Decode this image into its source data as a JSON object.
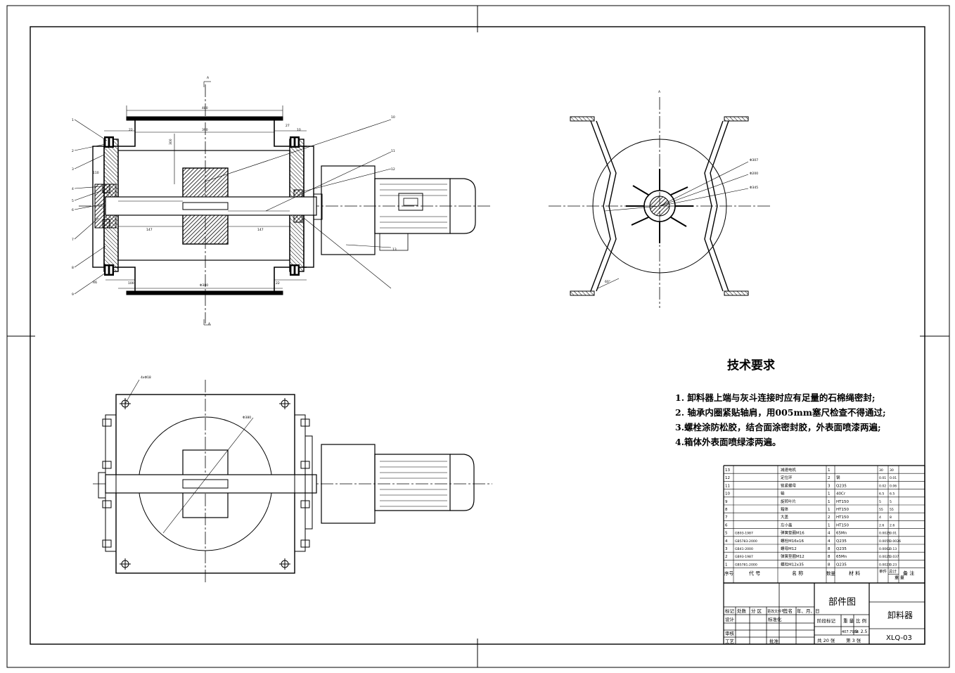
{
  "title_block": {
    "drawing_type": "部件图",
    "part_name": "卸料器",
    "drawing_no": "XLQ-03",
    "row_labels_left": [
      "标记",
      "处数",
      "分 区",
      "更改文件号",
      "签名",
      "年、月、日"
    ],
    "labels": [
      "设计",
      "标准化",
      "审核",
      "工艺",
      "批准",
      "阶段标记",
      "重 量",
      "比 例"
    ],
    "weight": "407.7984",
    "scale": "1: 2.5",
    "sheet_total": "共 20 张",
    "sheet_no": "第 3 张"
  },
  "tech_requirements": {
    "title": "技术要求",
    "items": [
      "1. 卸料器上端与灰斗连接时应有足量的石棉绳密封;",
      "2. 轴承内圈紧贴轴肩，用005mm塞尺检查不得通过;",
      "3.螺栓涂防松胶，结合面涂密封胶，外表面喷漆两遍;",
      "4.箱体外表面喷绿漆两遍。"
    ]
  },
  "bom": {
    "header": {
      "no": "序号",
      "code": "代 号",
      "name": "名 称",
      "qty": "数量",
      "material": "材 料",
      "unit_w": "单件",
      "total_w": "总计",
      "weight": "重 量",
      "note": "备 注"
    },
    "rows": [
      {
        "no": "13",
        "code": "",
        "name": "减速电机",
        "qty": "1",
        "material": "",
        "w1": "30",
        "w2": "30"
      },
      {
        "no": "12",
        "code": "",
        "name": "定位环",
        "qty": "2",
        "material": "钢",
        "w1": "0.01",
        "w2": "0.01"
      },
      {
        "no": "11",
        "code": "",
        "name": "锁紧螺母",
        "qty": "3",
        "material": "Q235",
        "w1": "0.02",
        "w2": "0.06"
      },
      {
        "no": "10",
        "code": "",
        "name": "轴",
        "qty": "1",
        "material": "40Cr",
        "w1": "6.5",
        "w2": "6.5"
      },
      {
        "no": "9",
        "code": "",
        "name": "旋转叶片",
        "qty": "1",
        "material": "HT150",
        "w1": "5",
        "w2": "5"
      },
      {
        "no": "8",
        "code": "",
        "name": "箱体",
        "qty": "1",
        "material": "HT150",
        "w1": "55",
        "w2": "55"
      },
      {
        "no": "7",
        "code": "",
        "name": "大盖",
        "qty": "2",
        "material": "HT150",
        "w1": "4",
        "w2": "8"
      },
      {
        "no": "6",
        "code": "",
        "name": "左小盖",
        "qty": "1",
        "material": "HT150",
        "w1": "2.6",
        "w2": "2.6"
      },
      {
        "no": "5",
        "code": "GB93-1987",
        "name": "弹簧垫圈M16",
        "qty": "4",
        "material": "65Mn",
        "w1": "0.0025",
        "w2": "0.01"
      },
      {
        "no": "4",
        "code": "GB5783-2000",
        "name": "螺栓M16x16",
        "qty": "4",
        "material": "Q235",
        "w1": "0.0055",
        "w2": "0.0026"
      },
      {
        "no": "3",
        "code": "GB41-2000",
        "name": "螺母M12",
        "qty": "8",
        "material": "Q235",
        "w1": "0.0062",
        "w2": "0.13"
      },
      {
        "no": "2",
        "code": "GB93-1987",
        "name": "弹簧垫圈M12",
        "qty": "8",
        "material": "65Mn",
        "w1": "0.0025",
        "w2": "0.037"
      },
      {
        "no": "1",
        "code": "GB5781-2000",
        "name": "螺栓M12x35",
        "qty": "8",
        "material": "Q235",
        "w1": "0.0023",
        "w2": "0.23"
      }
    ]
  },
  "dimensions": {
    "d_top": "480",
    "d_inner": "390",
    "d_bottom": "Φ380",
    "d_left_shaft": "147",
    "d_right_shaft": "147",
    "d_height": "300",
    "d_flange": "22",
    "d_sideA": "100",
    "d_sideB": "110",
    "d_small1": "10",
    "d_small2": "27",
    "d_radius": "R6",
    "d_bolt": "4xΦ18",
    "d_circle": "Φ380",
    "d_right1": "Φ307",
    "d_right2": "Φ200",
    "d_right3": "Φ345",
    "d_angle": "60°",
    "section_mark": "A",
    "callouts": [
      "1",
      "2",
      "3",
      "4",
      "5",
      "6",
      "7",
      "8",
      "9",
      "10",
      "11",
      "12",
      "13"
    ]
  }
}
